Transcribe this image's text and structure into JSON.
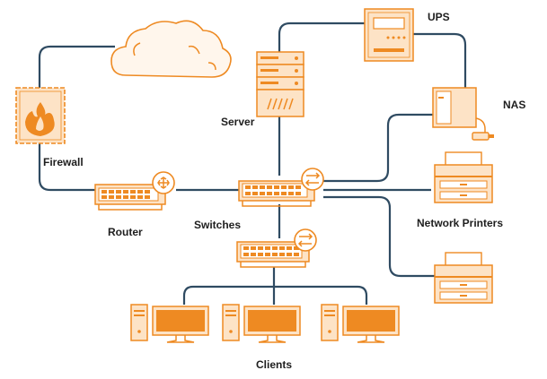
{
  "labels": {
    "firewall": "Firewall",
    "server": "Server",
    "ups": "UPS",
    "nas": "NAS",
    "router": "Router",
    "switches": "Switches",
    "network_printers": "Network Printers",
    "clients": "Clients"
  },
  "colors": {
    "accent_orange": "#ee8a22",
    "light_orange_fill": "#fde3c6",
    "connector_line": "#2f4b62",
    "text": "#1e1e1e"
  },
  "icons": [
    "cloud-icon",
    "firewall-icon",
    "router-icon",
    "server-icon",
    "ups-icon",
    "nas-icon",
    "switch-icon",
    "printer-icon",
    "client-computer-icon"
  ]
}
